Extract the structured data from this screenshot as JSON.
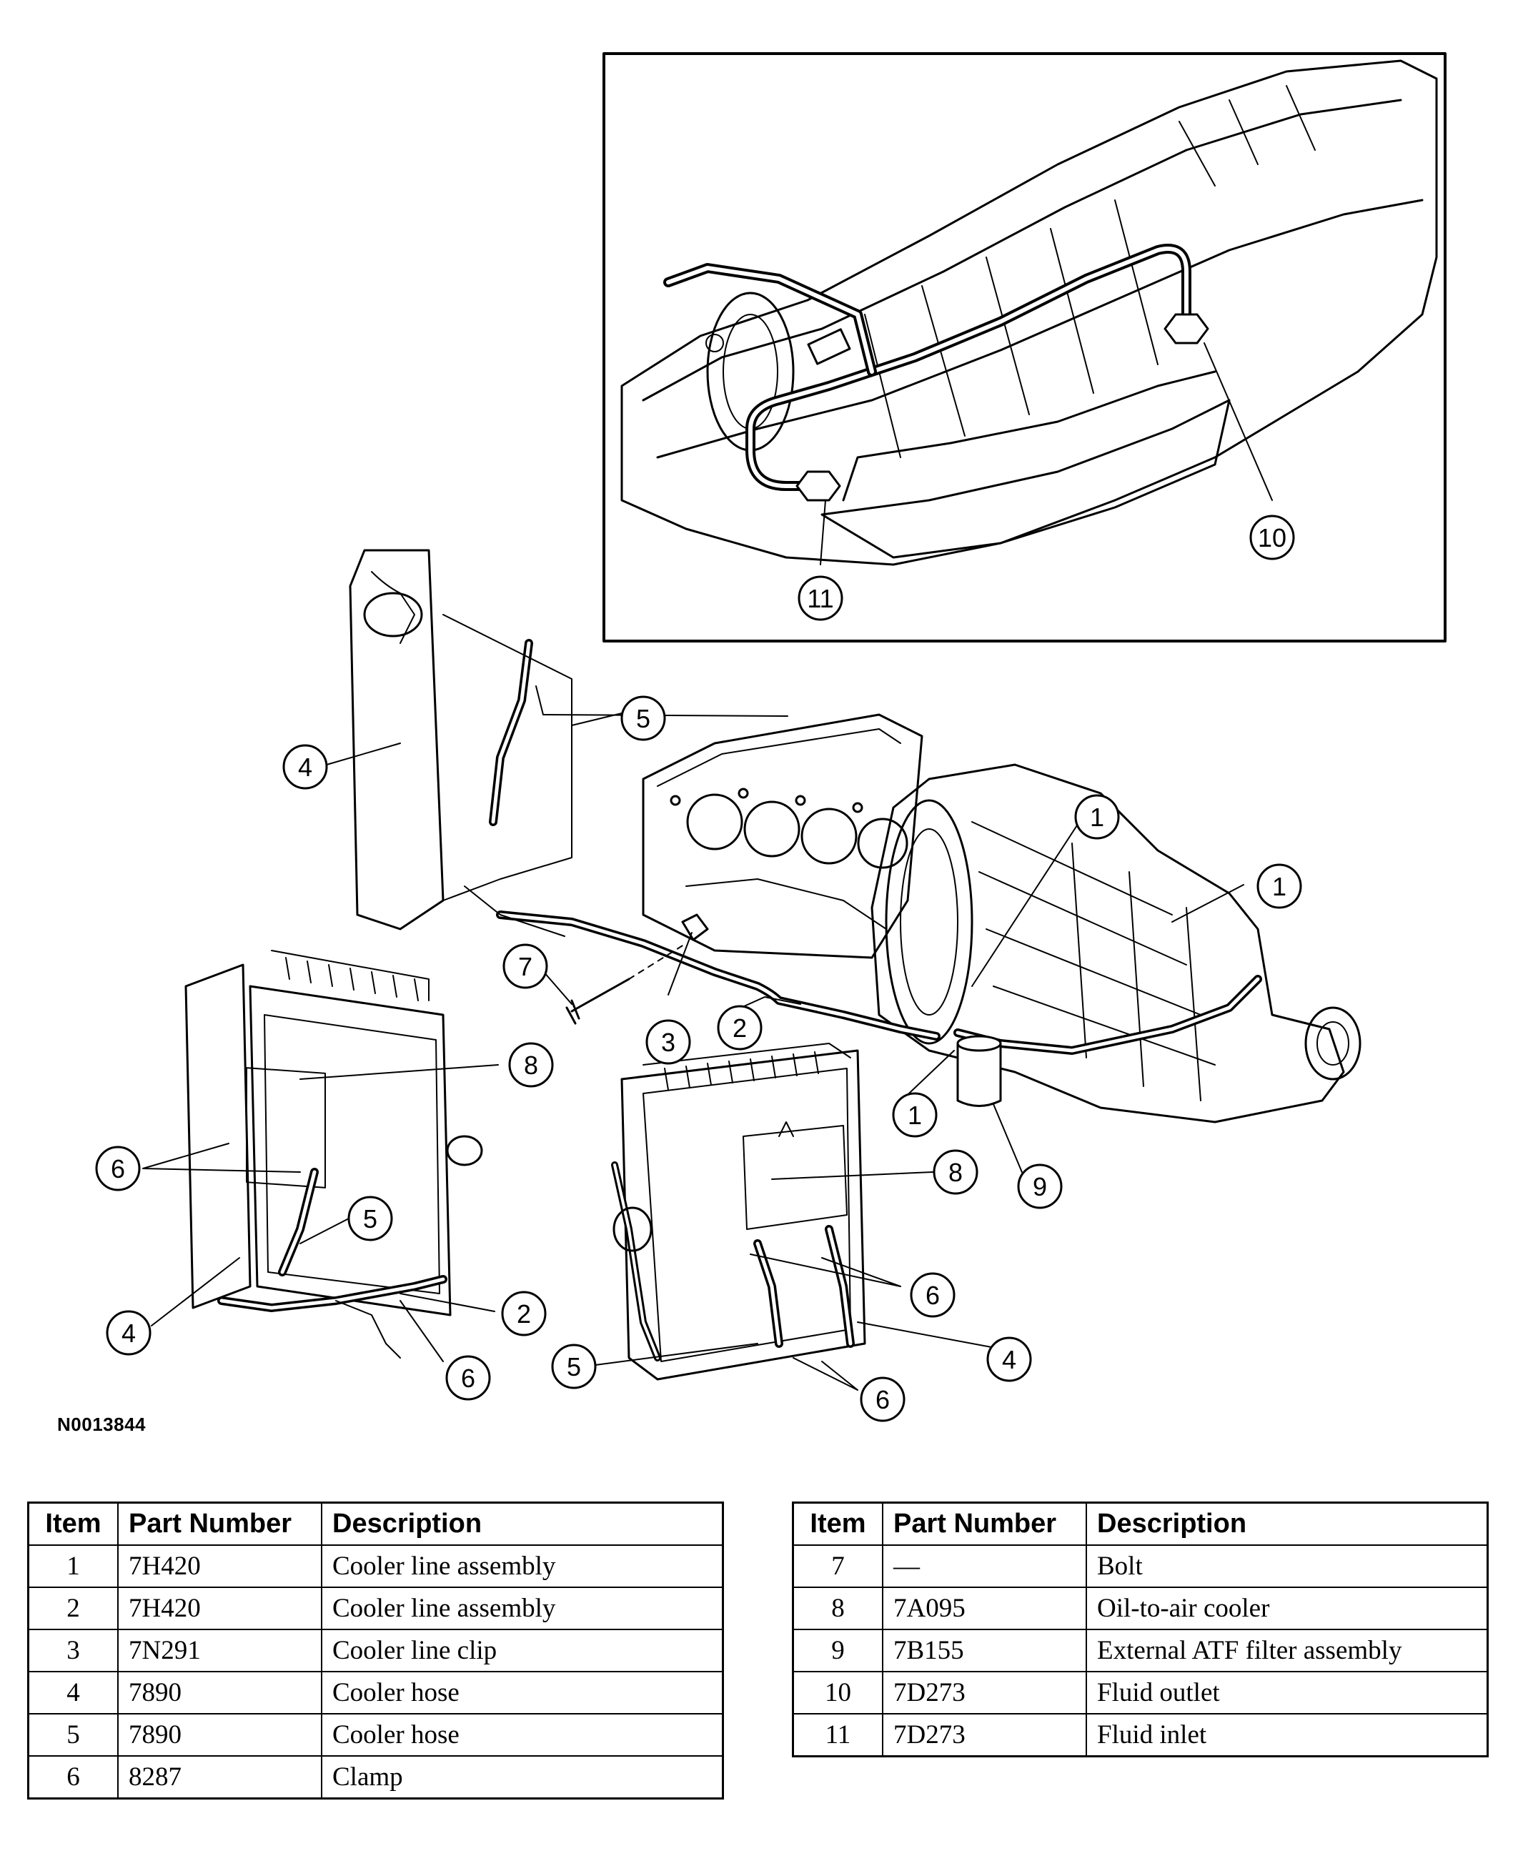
{
  "figure_code": "N0013844",
  "callouts": [
    {
      "id": "c10",
      "label": "10"
    },
    {
      "id": "c11",
      "label": "11"
    },
    {
      "id": "c5a",
      "label": "5"
    },
    {
      "id": "c4a",
      "label": "4"
    },
    {
      "id": "c1a",
      "label": "1"
    },
    {
      "id": "c1b",
      "label": "1"
    },
    {
      "id": "c7",
      "label": "7"
    },
    {
      "id": "c3",
      "label": "3"
    },
    {
      "id": "c2a",
      "label": "2"
    },
    {
      "id": "c8a",
      "label": "8"
    },
    {
      "id": "c1c",
      "label": "1"
    },
    {
      "id": "c8b",
      "label": "8"
    },
    {
      "id": "c9",
      "label": "9"
    },
    {
      "id": "c6a",
      "label": "6"
    },
    {
      "id": "c5b",
      "label": "5"
    },
    {
      "id": "c6b",
      "label": "6"
    },
    {
      "id": "c4b",
      "label": "4"
    },
    {
      "id": "c2b",
      "label": "2"
    },
    {
      "id": "c6c",
      "label": "6"
    },
    {
      "id": "c4c",
      "label": "4"
    },
    {
      "id": "c5c",
      "label": "5"
    },
    {
      "id": "c6d",
      "label": "6"
    }
  ],
  "tables": {
    "headers": {
      "item": "Item",
      "part_number": "Part Number",
      "description": "Description"
    },
    "left": [
      {
        "item": "1",
        "part_number": "7H420",
        "description": "Cooler line assembly"
      },
      {
        "item": "2",
        "part_number": "7H420",
        "description": "Cooler line assembly"
      },
      {
        "item": "3",
        "part_number": "7N291",
        "description": "Cooler line clip"
      },
      {
        "item": "4",
        "part_number": "7890",
        "description": "Cooler hose"
      },
      {
        "item": "5",
        "part_number": "7890",
        "description": "Cooler hose"
      },
      {
        "item": "6",
        "part_number": "8287",
        "description": "Clamp"
      }
    ],
    "right": [
      {
        "item": "7",
        "part_number": "—",
        "description": "Bolt"
      },
      {
        "item": "8",
        "part_number": "7A095",
        "description": "Oil-to-air cooler"
      },
      {
        "item": "9",
        "part_number": "7B155",
        "description": "External ATF filter assembly"
      },
      {
        "item": "10",
        "part_number": "7D273",
        "description": "Fluid outlet"
      },
      {
        "item": "11",
        "part_number": "7D273",
        "description": "Fluid inlet"
      }
    ]
  }
}
